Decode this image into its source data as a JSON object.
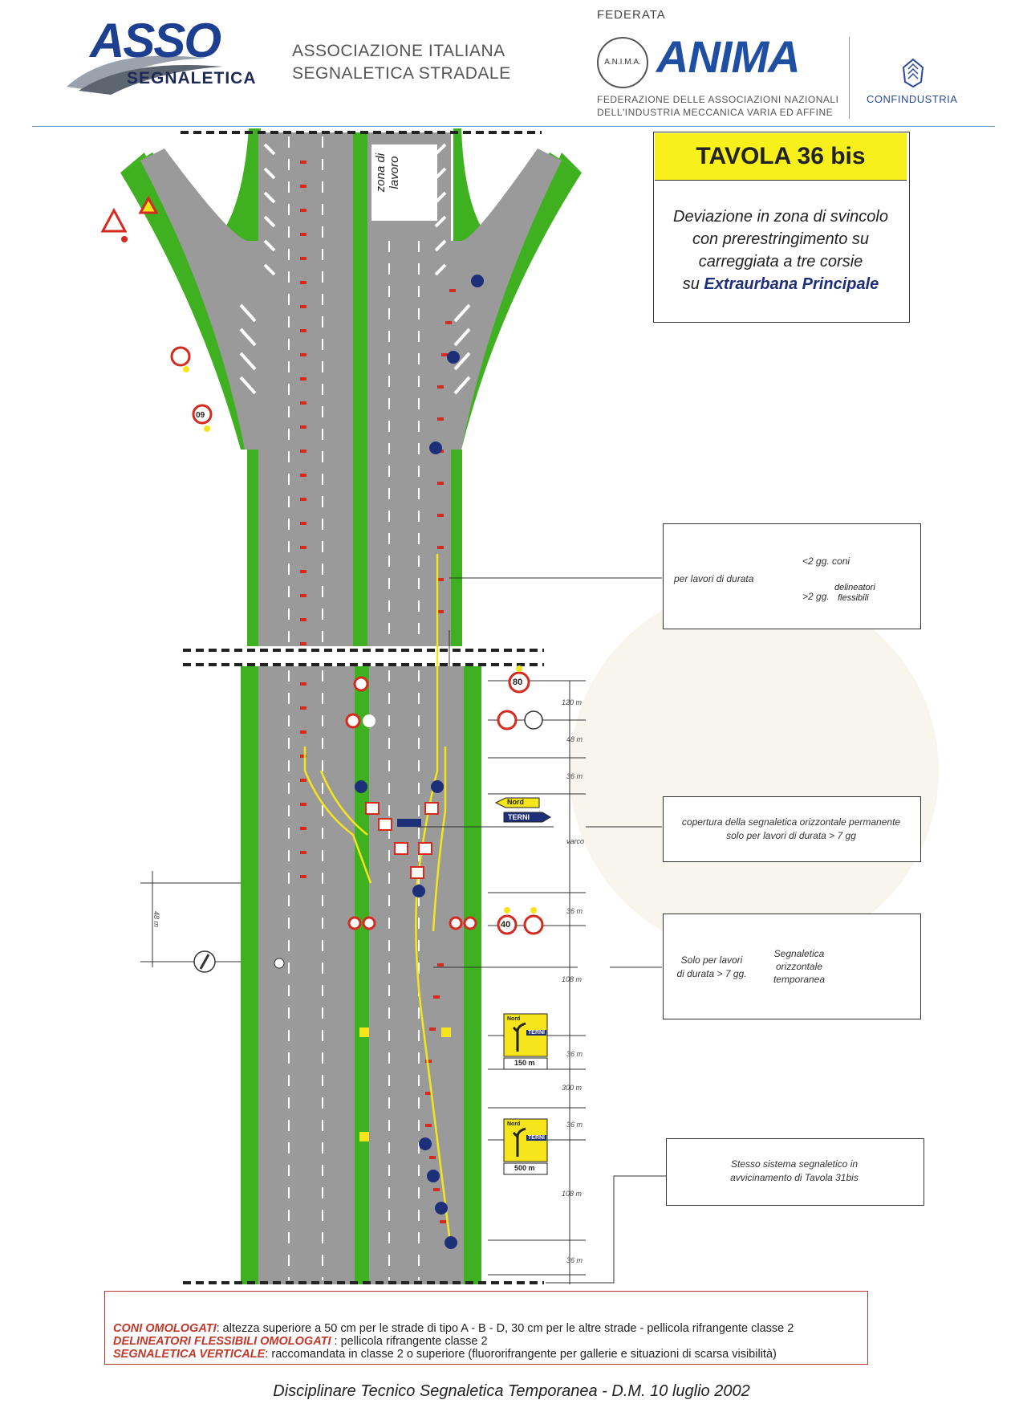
{
  "header": {
    "asso_logo_text": "ASSO",
    "asso_logo_sub": "SEGNALETICA",
    "association_line1": "ASSOCIAZIONE ITALIANA",
    "association_line2": "SEGNALETICA STRADALE",
    "federata": "FEDERATA",
    "anima_badge": "A.N.I.M.A.",
    "anima_logo": "ANIMA",
    "anima_line1": "FEDERAZIONE DELLE ASSOCIAZIONI NAZIONALI",
    "anima_line2": "DELL'INDUSTRIA MECCANICA VARIA ED AFFINE",
    "confindustria": "CONFINDUSTRIA"
  },
  "tavola": {
    "title": "TAVOLA   36 bis",
    "desc_line1": "Deviazione in zona di svincolo",
    "desc_line2": "con prerestringimento su",
    "desc_line3": "carreggiata a tre corsie",
    "desc_line4_prefix": "su ",
    "desc_line4_bold": "Extraurbana Principale"
  },
  "road": {
    "work_zone_label": "zona di lavoro"
  },
  "legend_duration": {
    "label": "per lavori di durata",
    "short": "<2 gg.",
    "short_item": "coni",
    "long": ">2 gg.",
    "long_item_1": "delineatori",
    "long_item_2": "flessibili"
  },
  "legend_cover": {
    "line1": "copertura della segnaletica orizzontale permanente",
    "line2": "solo per lavori di durata > 7 gg"
  },
  "legend_temp": {
    "left1": "Solo per lavori",
    "left2": "di durata > 7 gg.",
    "right1": "Segnaletica",
    "right2": "orizzontale",
    "right3": "temporanea"
  },
  "legend_same": {
    "line1": "Stesso sistema segnaletico in",
    "line2": "avvicinamento di Tavola 31bis"
  },
  "signs": {
    "speed_top": "60",
    "speed_80": "80",
    "speed_40": "40",
    "dir_nord": "Nord",
    "dir_terni": "TERNI",
    "dist_150": "150 m",
    "dist_500": "500 m"
  },
  "distances": [
    "120 m",
    "48 m",
    "36 m",
    "varco",
    "36 m",
    "108 m",
    "36 m",
    "300 m",
    "36 m",
    "108 m",
    "36 m"
  ],
  "left_distance": "48 m",
  "notes": {
    "coni_label": "CONI OMOLOGATI",
    "coni_text": ": altezza superiore a 50 cm per le strade di tipo A - B - D, 30 cm per le altre strade - pellicola rifrangente classe 2",
    "delin_label": "DELINEATORI FLESSIBILI OMOLOGATI",
    "delin_text": " :  pellicola rifrangente classe 2",
    "segn_label": "SEGNALETICA VERTICALE",
    "segn_text": ": raccomandata in classe 2 o superiore (fluororifrangente per gallerie e situazioni di scarsa visibilità)"
  },
  "footer": "Disciplinare Tecnico Segnaletica Temporanea - D.M.  10 luglio 2002",
  "colors": {
    "grass": "#3fb01f",
    "asphalt": "#9a9a9a",
    "cone_red": "#d42a1f",
    "temp_yellow": "#f5e51a",
    "sign_blue": "#1e2f7a"
  }
}
